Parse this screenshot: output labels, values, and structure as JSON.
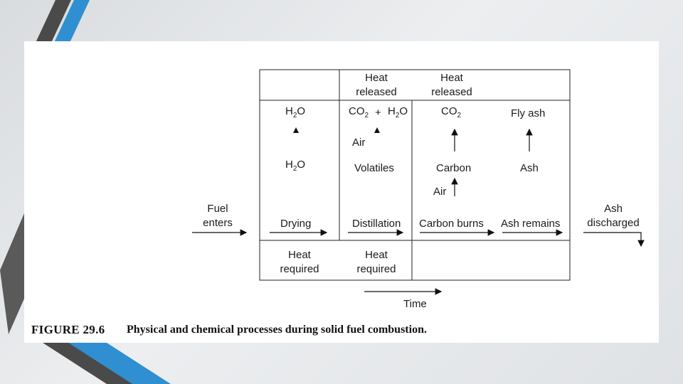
{
  "figure": {
    "number": "FIGURE 29.6",
    "caption": "Physical and chemical processes during solid fuel combustion.",
    "fuel_enters": [
      "Fuel",
      "enters"
    ],
    "ash_discharged": [
      "Ash",
      "discharged"
    ],
    "time_label": "Time",
    "top_row": {
      "col2": [
        "Heat",
        "released"
      ],
      "col3": [
        "Heat",
        "released"
      ]
    },
    "bottom_row": {
      "col1": [
        "Heat",
        "required"
      ],
      "col2": [
        "Heat",
        "required"
      ]
    },
    "stages": [
      "Drying",
      "Distillation",
      "Carbon burns",
      "Ash remains"
    ],
    "species": {
      "col1_top": {
        "base": "H",
        "sub": "2",
        "rest": "O"
      },
      "col1_mid": {
        "base": "H",
        "sub": "2",
        "rest": "O"
      },
      "col2_top_a": {
        "base": "CO",
        "sub": "2",
        "rest": ""
      },
      "col2_plus": "+",
      "col2_top_b": {
        "base": "H",
        "sub": "2",
        "rest": "O"
      },
      "col2_air": "Air",
      "col2_mid": "Volatiles",
      "col3_top": {
        "base": "CO",
        "sub": "2",
        "rest": ""
      },
      "col3_mid": "Carbon",
      "col3_air": "Air",
      "col4_top": "Fly ash",
      "col4_mid": "Ash"
    }
  }
}
